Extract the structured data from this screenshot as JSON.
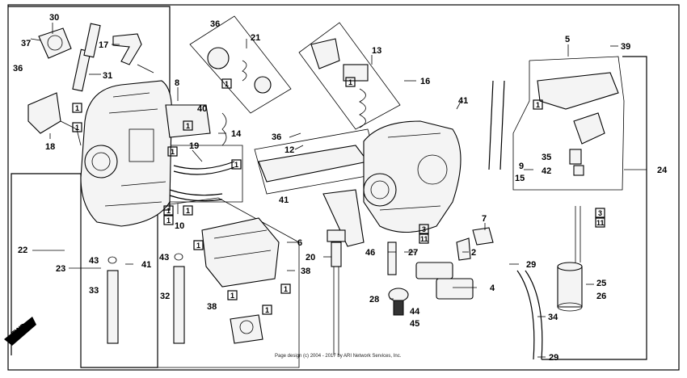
{
  "copyright": "Page design (c) 2004 - 2017 by ARI Network Services, Inc.",
  "fwd_label": "FWD",
  "callouts": [
    "30",
    "37",
    "17",
    "36",
    "31",
    "8",
    "18",
    "40",
    "14",
    "19",
    "22",
    "23",
    "43",
    "33",
    "41",
    "10",
    "36",
    "21",
    "36",
    "12",
    "13",
    "16",
    "6",
    "43",
    "32",
    "38",
    "38",
    "41",
    "20",
    "41",
    "46",
    "27",
    "28",
    "44",
    "45",
    "7",
    "2",
    "4",
    "29",
    "34",
    "29",
    "5",
    "39",
    "9",
    "15",
    "35",
    "42",
    "24",
    "25",
    "26"
  ],
  "boxed_refs": [
    "1",
    "1",
    "1",
    "1",
    "1",
    "1",
    "1",
    "1",
    "1",
    "1",
    "1",
    "1",
    "1",
    "1",
    "3",
    "11",
    "3",
    "11",
    "1"
  ]
}
